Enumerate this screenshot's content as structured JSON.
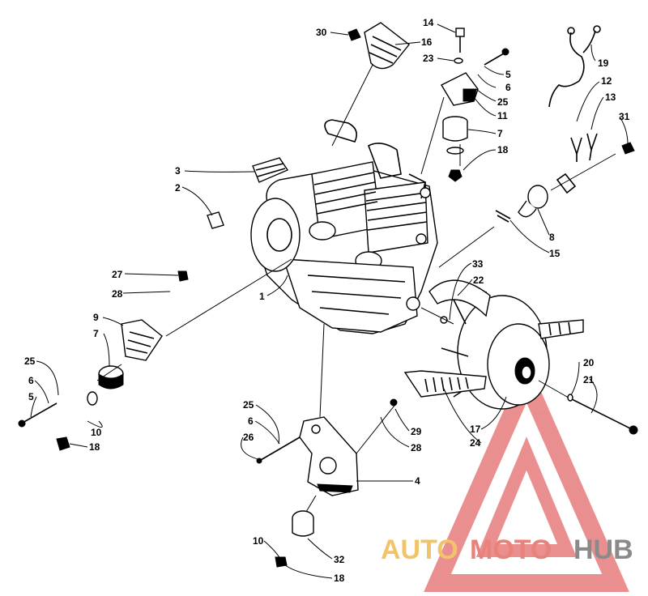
{
  "callouts": {
    "c30": "30",
    "c16": "16",
    "c14": "14",
    "c23": "23",
    "c5a": "5",
    "c6a": "6",
    "c25a": "25",
    "c11": "11",
    "c7a": "7",
    "c18a": "18",
    "c19": "19",
    "c12": "12",
    "c13": "13",
    "c31": "31",
    "c3": "3",
    "c2": "2",
    "c8": "8",
    "c15": "15",
    "c33": "33",
    "c22": "22",
    "c1": "1",
    "c27": "27",
    "c28a": "28",
    "c9": "9",
    "c7b": "7",
    "c25b": "25",
    "c6b": "6",
    "c5b": "5",
    "c10a": "10",
    "c18b": "18",
    "c25c": "25",
    "c6c": "6",
    "c26": "26",
    "c29": "29",
    "c28b": "28",
    "c20": "20",
    "c21": "21",
    "c17": "17",
    "c24": "24",
    "c4": "4",
    "c10b": "10",
    "c32": "32",
    "c18c": "18"
  },
  "watermark": {
    "part1": "AUTO",
    "part2": "MOTO",
    "part3": "HUB",
    "color1": "#f2c46a",
    "color2": "#e8827a",
    "color3": "#8a8a8a",
    "logo_color": "#e46a6a"
  }
}
